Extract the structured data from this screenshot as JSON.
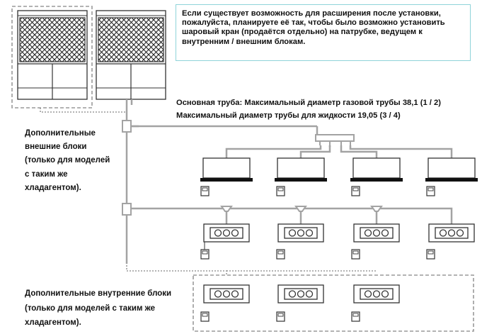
{
  "note": {
    "lines": [
      "Если существует возможность для расширения после установки,",
      "пожалуйста, планируете её так, чтобы было возможно установить",
      "шаровый кран (продаётся отдельно) на патрубке, ведущем к",
      "внутренним / внешним блокам."
    ]
  },
  "main_pipe": {
    "gas": "Основная труба: Максимальный диаметр газовой трубы 38,1 (1 / 2)",
    "liquid": "Максимальный диаметр трубы для жидкости 19,05 (3 / 4)"
  },
  "outdoor_label": {
    "lines": [
      "Дополнительные",
      "внешние блоки",
      "(только для моделей",
      "с таким же",
      "хладагентом)."
    ]
  },
  "indoor_label": {
    "lines": [
      "Дополнительные внутренние блоки",
      "(только для моделей с таким же",
      "хладагентом)."
    ]
  },
  "colors": {
    "pipe": "#a3a3a3",
    "unit_stroke": "#333333",
    "dashed_border": "#9a9a9a",
    "note_border": "#8fd3d9"
  }
}
